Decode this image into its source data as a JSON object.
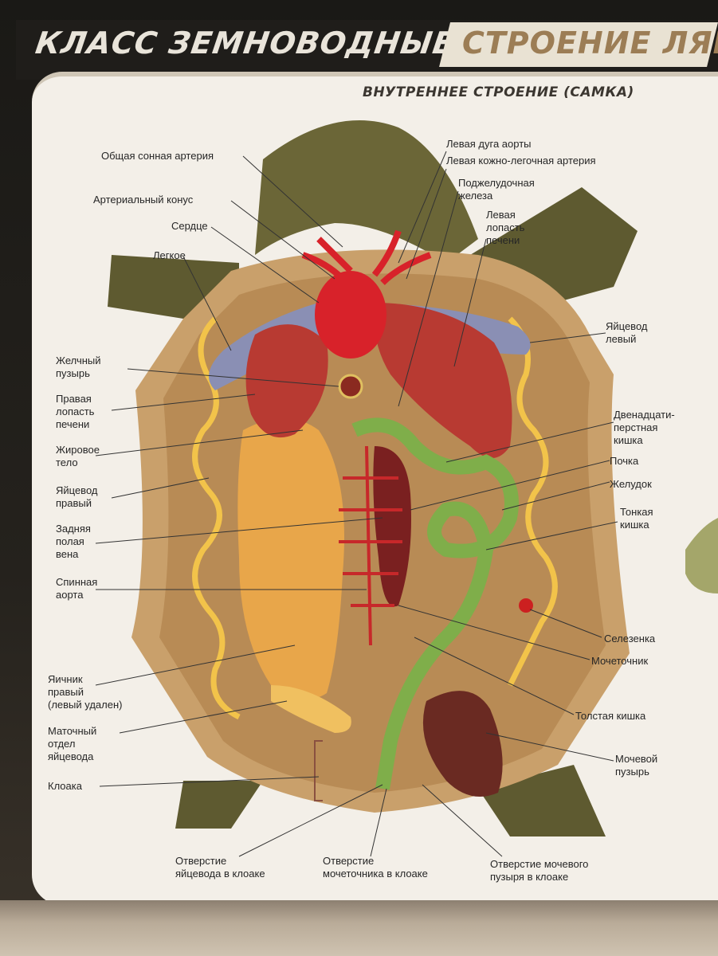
{
  "title_left": "КЛАСС ЗЕМНОВОДНЫЕ",
  "title_right": "СТРОЕНИЕ ЛЯГ",
  "subtitle": "ВНУТРЕННЕЕ СТРОЕНИЕ (САМКА)",
  "labels": {
    "carotid": "Общая сонная артерия",
    "conus": "Артериальный конус",
    "heart": "Сердце",
    "lung": "Легкое",
    "gallbladder": "Желчный\nпузырь",
    "right_liver": "Правая\nлопасть\nпечени",
    "fat_body": "Жировое\nтело",
    "right_oviduct": "Яйцевод\nправый",
    "post_vena": "Задняя\nполая\nвена",
    "dorsal_aorta": "Спинная\nаорта",
    "right_ovary": "Яичник\nправый\n(левый удален)",
    "uterine": "Маточный\nотдел\nяйцевода",
    "cloaca": "Клоака",
    "oviduct_opening": "Отверстие\nяйцевода в клоаке",
    "ureter_opening": "Отверстие\nмочеточника в клоаке",
    "bladder_opening": "Отверстие мочевого\nпузыря в клоаке",
    "left_aortic_arch": "Левая дуга аорты",
    "left_pulmocutaneous": "Левая кожно-легочная  артерия",
    "pancreas": "Поджелудочная\nжелеза",
    "left_liver": "Левая\nлопасть\nпечени",
    "left_oviduct": "Яйцевод\nлевый",
    "duodenum": "Двенадцати-\nперстная\nкишка",
    "kidney": "Почка",
    "stomach": "Желудок",
    "small_intestine": "Тонкая\nкишка",
    "spleen": "Селезенка",
    "ureter": "Мочеточник",
    "large_intestine": "Толстая кишка",
    "bladder": "Мочевой\nпузырь"
  },
  "colors": {
    "skin": "#6e6a3a",
    "heart": "#d8222a",
    "liver": "#b83a32",
    "lung": "#8a8fb4",
    "ovary": "#e8a64a",
    "intestine": "#7fae4a",
    "bladder": "#6a2a22"
  }
}
